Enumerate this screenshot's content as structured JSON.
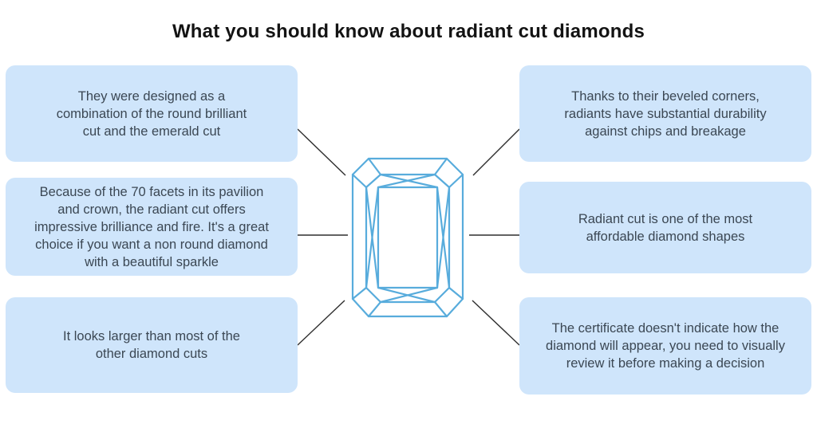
{
  "title": "What you should know about radiant cut diamonds",
  "colors": {
    "box_bg": "#cfe5fb",
    "box_text": "#3b4753",
    "diamond_stroke": "#58acdc",
    "connector": "#2e2e2e",
    "title": "#131313",
    "page_bg": "#ffffff"
  },
  "icons": {
    "center": "radiant-cut-diamond-top-view"
  },
  "boxes": {
    "left": [
      {
        "lines": [
          "They were designed as a",
          "combination of the round brilliant",
          "cut and the emerald cut"
        ]
      },
      {
        "lines": [
          "Because of the 70 facets in its pavilion",
          "and crown, the radiant cut offers",
          "impressive brilliance and fire. It's a great",
          "choice if you want a non round diamond",
          "with a beautiful sparkle"
        ]
      },
      {
        "lines": [
          "It looks larger than most of the",
          "other diamond cuts"
        ]
      }
    ],
    "right": [
      {
        "lines": [
          "Thanks to their beveled corners,",
          "radiants have substantial durability",
          "against chips and breakage"
        ]
      },
      {
        "lines": [
          "Radiant cut is one of the most",
          "affordable diamond shapes"
        ]
      },
      {
        "lines": [
          "The certificate doesn't indicate how the",
          "diamond will appear, you need to visually",
          "review it before making a decision"
        ]
      }
    ]
  }
}
